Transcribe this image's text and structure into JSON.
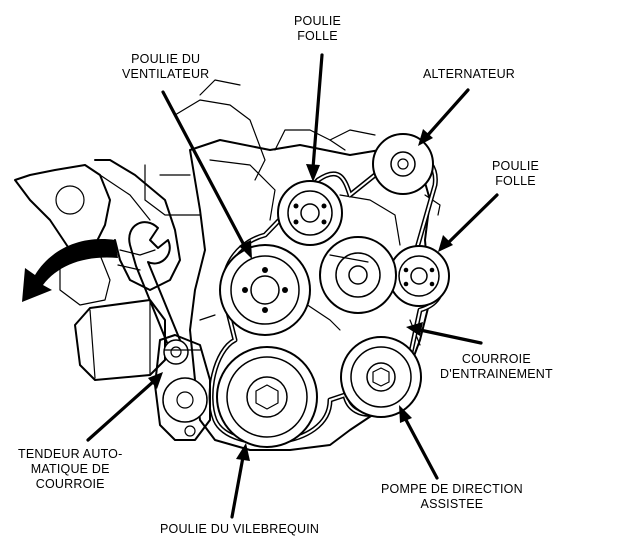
{
  "labels": {
    "poulie_folle_top": [
      "POULIE",
      "FOLLE"
    ],
    "poulie_ventilateur": [
      "POULIE DU",
      "VENTILATEUR"
    ],
    "alternateur": [
      "ALTERNATEUR"
    ],
    "poulie_folle_right": [
      "POULIE",
      "FOLLE"
    ],
    "courroie": [
      "COURROIE",
      "D'ENTRAINEMENT"
    ],
    "tendeur": [
      "TENDEUR AUTO-",
      "MATIQUE DE",
      "COURROIE"
    ],
    "pompe": [
      "POMPE DE DIRECTION",
      "ASSISTEE"
    ],
    "vilebrequin": [
      "POULIE DU VILEBREQUIN"
    ]
  },
  "icons": {
    "rotation_arrow": "curved-arrow-left-icon",
    "wrench": "wrench-icon"
  }
}
